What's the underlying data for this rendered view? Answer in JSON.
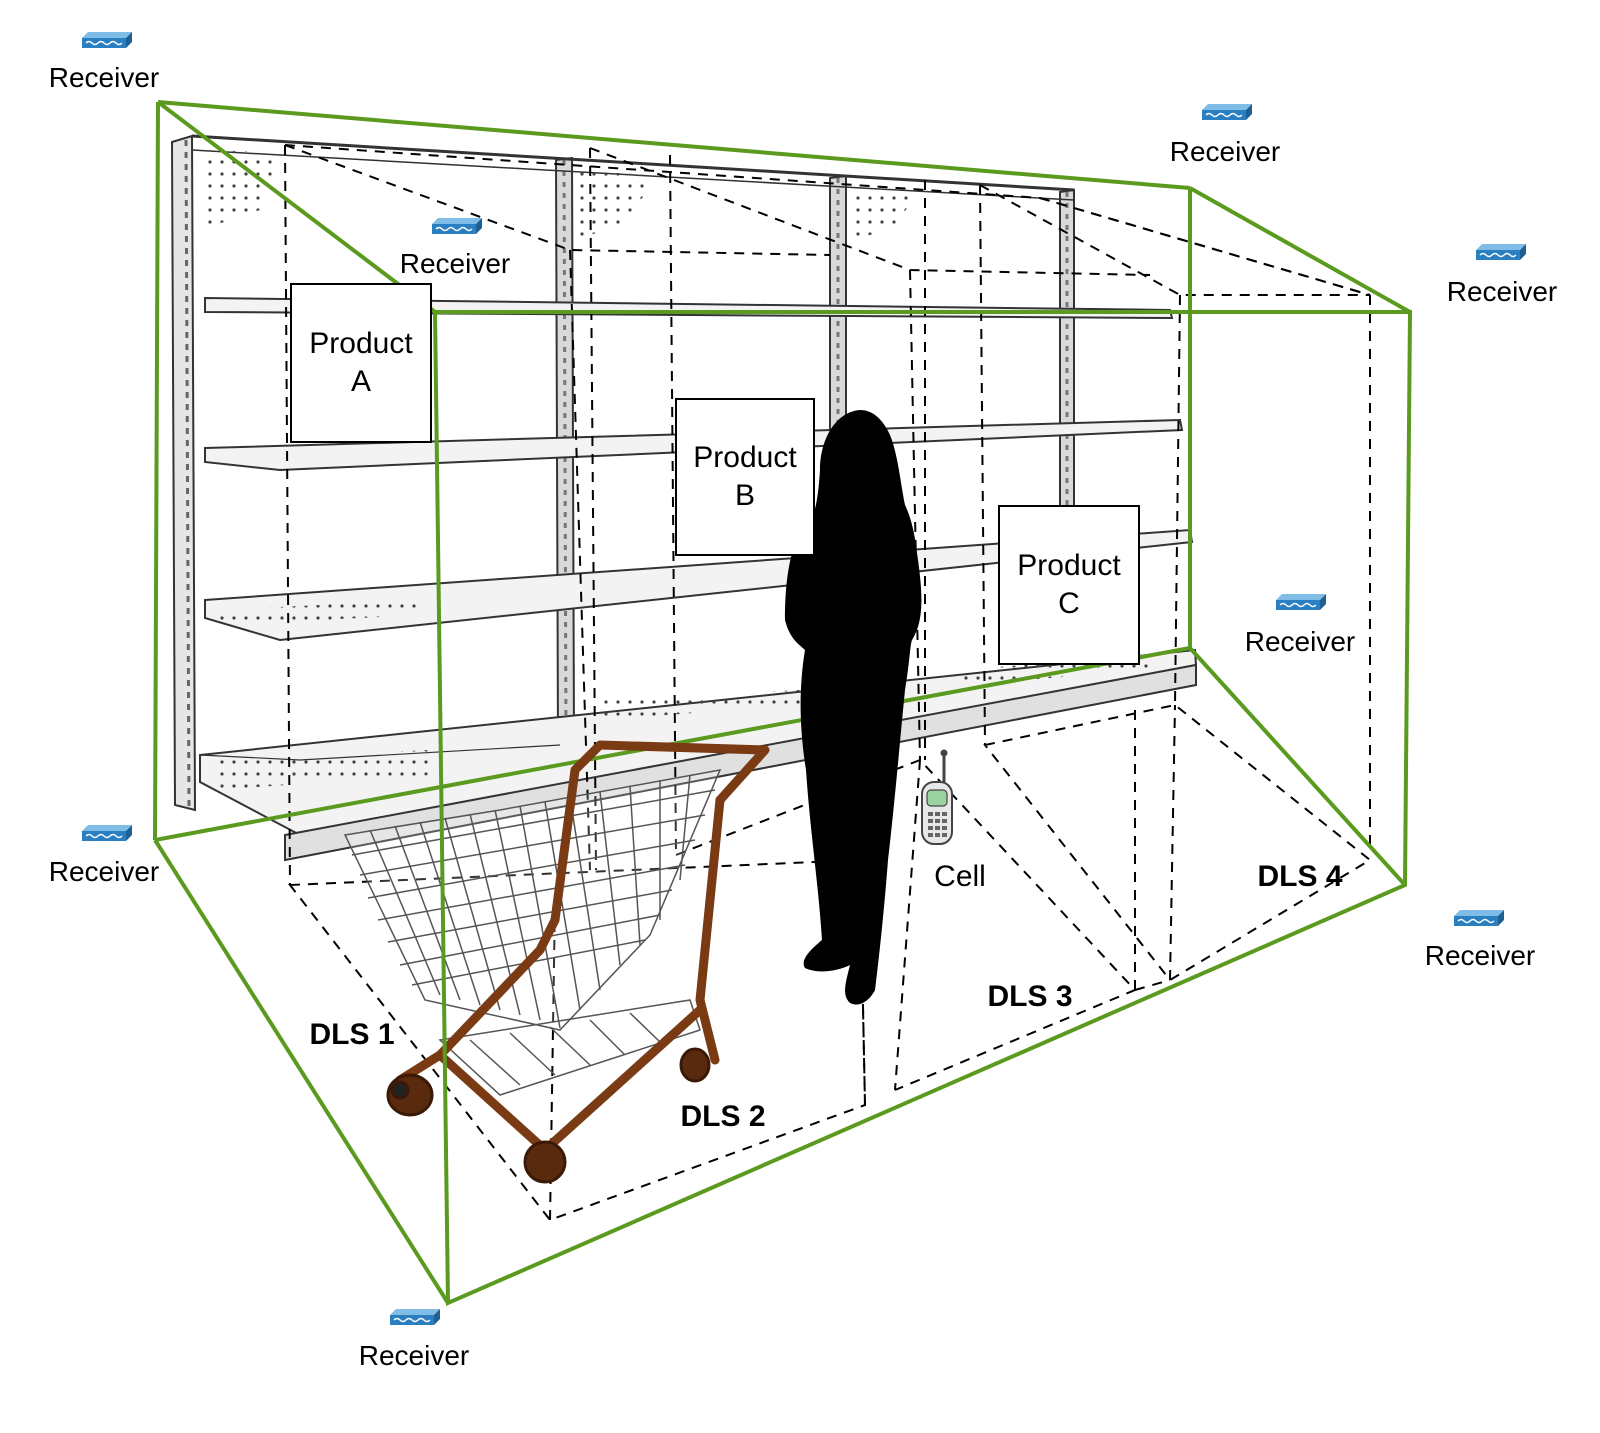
{
  "receivers": [
    {
      "id": "r1",
      "label": "Receiver"
    },
    {
      "id": "r2",
      "label": "Receiver"
    },
    {
      "id": "r3",
      "label": "Receiver"
    },
    {
      "id": "r4",
      "label": "Receiver"
    },
    {
      "id": "r5",
      "label": "Receiver"
    },
    {
      "id": "r6",
      "label": "Receiver"
    },
    {
      "id": "r7",
      "label": "Receiver"
    },
    {
      "id": "r8",
      "label": "Receiver"
    }
  ],
  "products": [
    {
      "id": "a",
      "line1": "Product",
      "line2": "A"
    },
    {
      "id": "b",
      "line1": "Product",
      "line2": "B"
    },
    {
      "id": "c",
      "line1": "Product",
      "line2": "C"
    }
  ],
  "zones": [
    {
      "id": "dls1",
      "label": "DLS 1"
    },
    {
      "id": "dls2",
      "label": "DLS 2"
    },
    {
      "id": "dls3",
      "label": "DLS 3"
    },
    {
      "id": "dls4",
      "label": "DLS 4"
    }
  ],
  "cell": {
    "label": "Cell"
  },
  "colors": {
    "boundary": "#5a9a1e",
    "receiver": "#2a7fc0",
    "cart": "#7a3a14",
    "silhouette": "#000000"
  },
  "icons": {
    "receiver": "wifi-access-point-icon",
    "cell": "mobile-phone-icon"
  }
}
